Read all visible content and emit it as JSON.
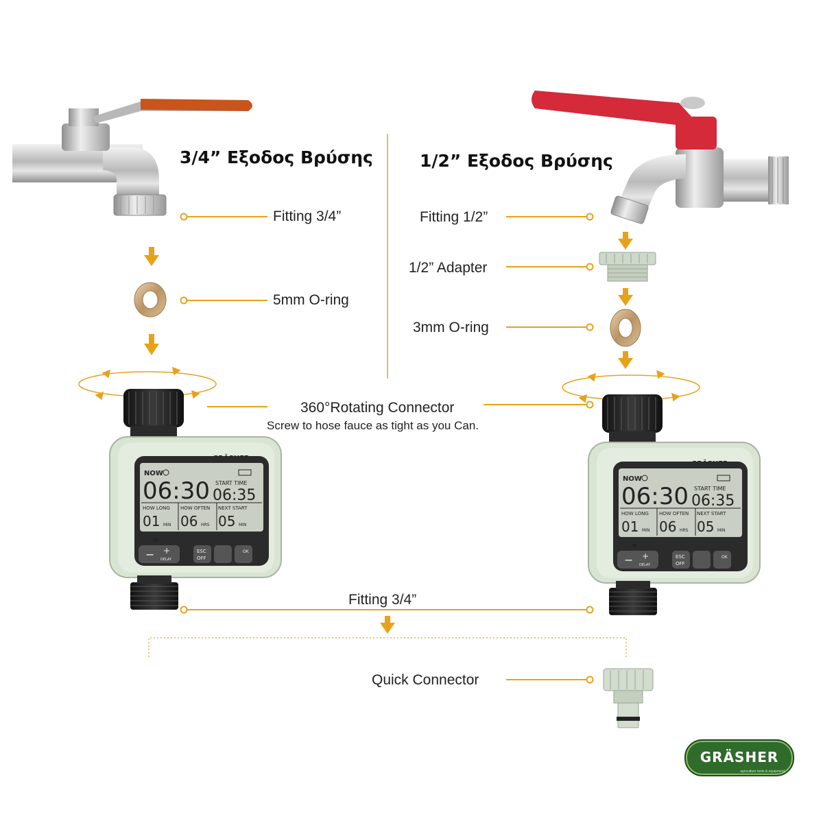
{
  "left": {
    "title": "3/4” Εξοδος Βρύσης",
    "fitting_label": "Fitting 3/4”",
    "oring_label": "5mm O-ring"
  },
  "right": {
    "title": "1/2” Εξοδος Βρύσης",
    "fitting_label": "Fitting 1/2”",
    "adapter_label": "1/2” Adapter",
    "oring_label": "3mm O-ring"
  },
  "connector": {
    "title": "360°Rotating Connector",
    "subtitle": "Screw to hose fauce as tight as you Can."
  },
  "bottom": {
    "fitting_label": "Fitting 3/4”",
    "quick_connector_label": "Quick Connector"
  },
  "timer": {
    "brand": "GRÄSHER",
    "now_label": "NOW",
    "now_time": "06:30",
    "start_time_label": "START TIME",
    "start_time": "06:35",
    "how_long_label": "HOW LONG",
    "how_long_value": "01",
    "how_long_unit": "MIN",
    "how_often_label": "HOW OFTEN",
    "how_often_value": "06",
    "how_often_unit": "HRS",
    "next_start_label": "NEXT START",
    "next_start_value": "05",
    "next_start_unit": "MIN",
    "minus_label": "−",
    "plus_label": "+",
    "delay_label": "DELAY",
    "esc_label": "ESC",
    "off_label": "OFF",
    "ok_label": "OK"
  },
  "logo": {
    "brand": "GRÄSHER",
    "tagline": "agriculture tools & equipment"
  },
  "colors": {
    "accent": "#e8a21a",
    "timer_body": "#d9e4d3",
    "lcd": "#c9cfc4",
    "dark": "#2b2b2b",
    "logo_green": "#2f6b2a",
    "left_handle": "#c9541c",
    "right_handle": "#d42a3a"
  },
  "icons": [
    "left-faucet-icon",
    "right-faucet-icon",
    "oring-icon",
    "adapter-icon",
    "quick-connector-icon",
    "arrow-down-icon",
    "rotation-arrows-icon",
    "lock-icon",
    "faucet-button-icon",
    "settings-icon",
    "battery-icon",
    "clock-icon"
  ]
}
